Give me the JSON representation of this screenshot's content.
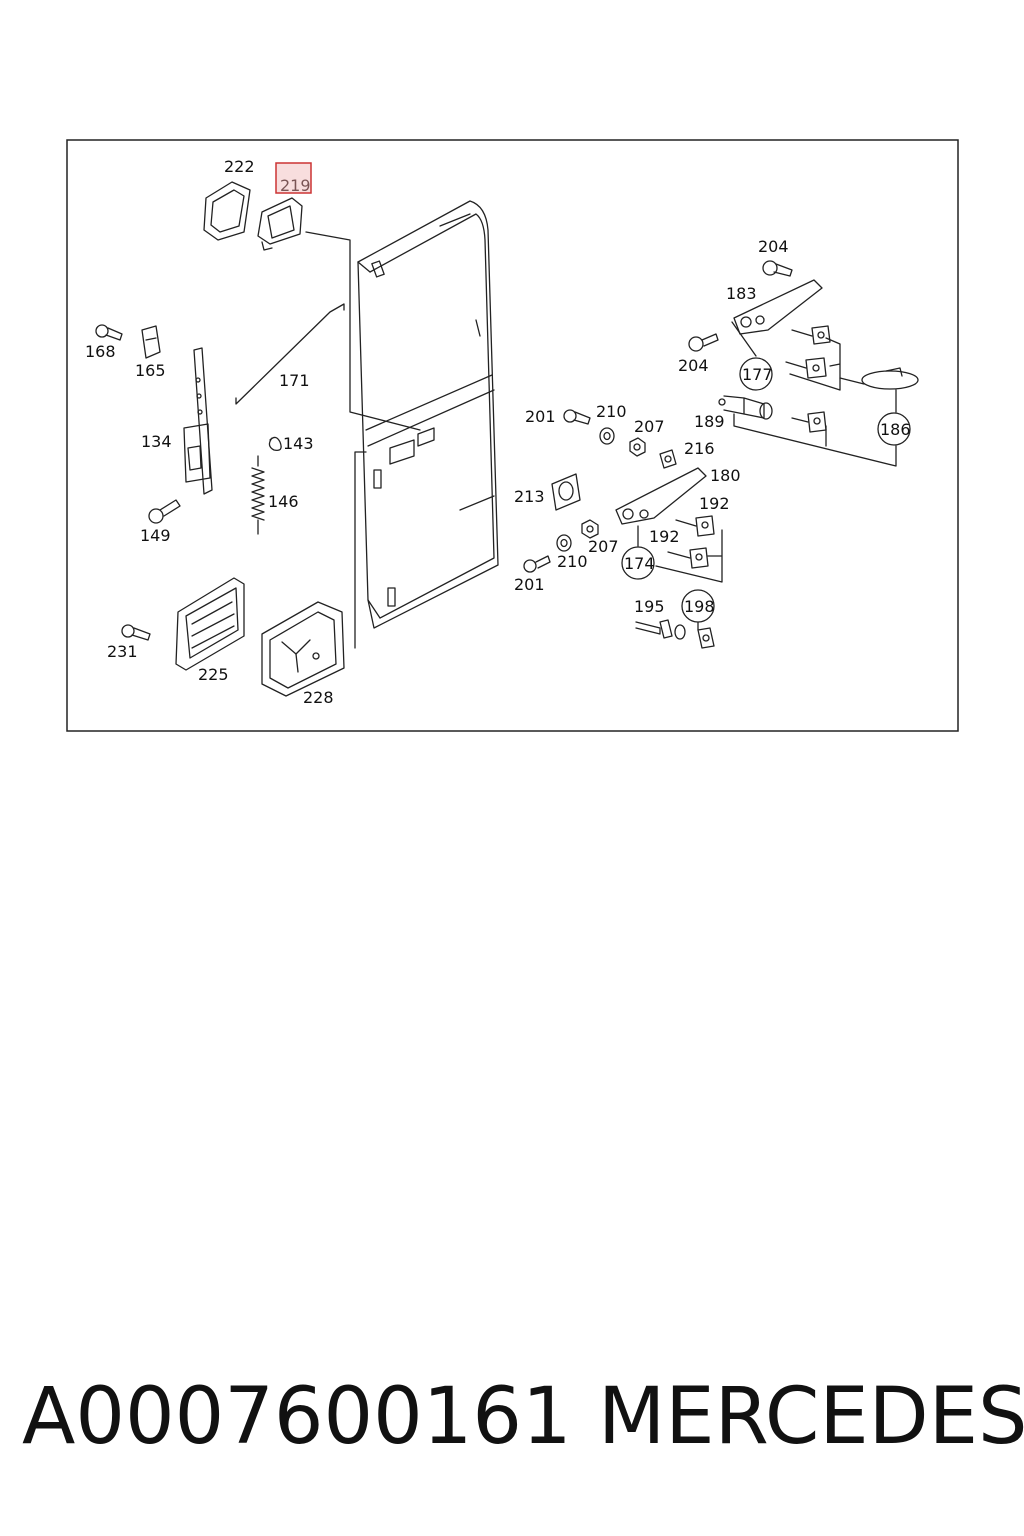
{
  "diagram": {
    "highlight_color": "#cc3333",
    "highlighted_part": "219",
    "labels": {
      "p222": "222",
      "p219": "219",
      "p168": "168",
      "p165": "165",
      "p171": "171",
      "p134": "134",
      "p143": "143",
      "p146": "146",
      "p149": "149",
      "p231": "231",
      "p225": "225",
      "p228": "228",
      "p204a": "204",
      "p183": "183",
      "p204b": "204",
      "p177": "177",
      "p189": "189",
      "p186": "186",
      "p201a": "201",
      "p210a": "210",
      "p207a": "207",
      "p216": "216",
      "p213": "213",
      "p180": "180",
      "p192a": "192",
      "p192b": "192",
      "p207b": "207",
      "p210b": "210",
      "p174": "174",
      "p201b": "201",
      "p195": "195",
      "p198": "198"
    }
  },
  "footer": {
    "part_number": "A0007600161",
    "brand": "MERCEDES"
  }
}
